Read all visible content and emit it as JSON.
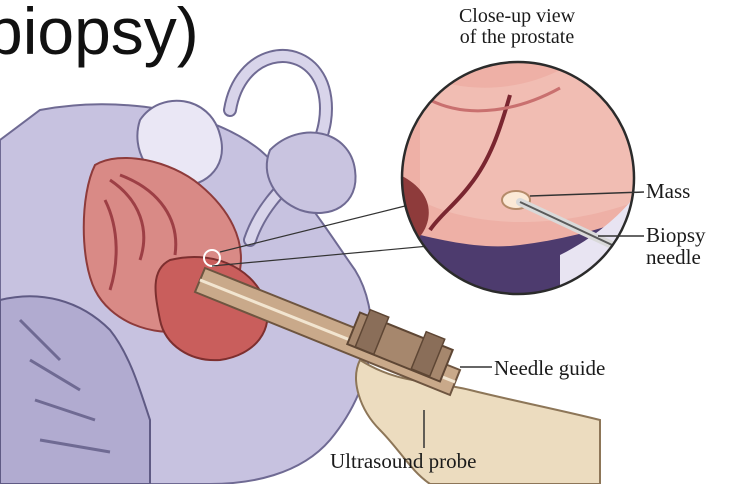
{
  "slide": {
    "title_fragment": "biopsy)"
  },
  "diagram": {
    "closeup_title_line1": "Close-up view",
    "closeup_title_line2": "of the prostate",
    "label_mass": "Mass",
    "label_biopsy_needle_line1": "Biopsy",
    "label_biopsy_needle_line2": "needle",
    "label_needle_guide": "Needle guide",
    "label_ultrasound_probe": "Ultrasound probe"
  },
  "colors": {
    "tissue_lavender": "#b9b4d6",
    "tissue_pink": "#e9a7a0",
    "tissue_red": "#c3504f",
    "closeup_purple": "#4d3b6e",
    "probe_tan": "#e9d6b6",
    "guide_brown": "#8a6e59"
  }
}
